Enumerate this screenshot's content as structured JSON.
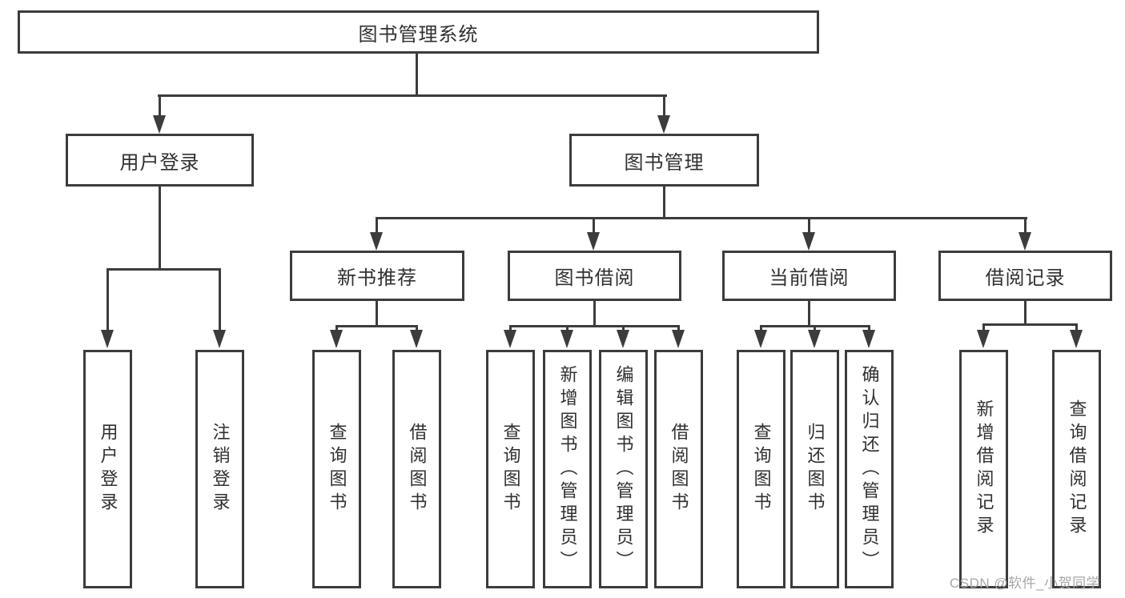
{
  "title": {
    "label": "图书管理系统"
  },
  "level2": {
    "user_login": "用户登录",
    "book_mgmt": "图书管理"
  },
  "level3": {
    "new_books": "新书推荐",
    "borrowing": "图书借阅",
    "current": "当前借阅",
    "records": "借阅记录"
  },
  "leaves": {
    "user_login": [
      "用户登录",
      "注销登录"
    ],
    "new_books": [
      "查询图书",
      "借阅图书"
    ],
    "borrowing": [
      "查询图书",
      "新增图书（管理员）",
      "编辑图书（管理员）",
      "借阅图书"
    ],
    "current": [
      "查询图书",
      "归还图书",
      "确认归还（管理员）"
    ],
    "records": [
      "新增借阅记录",
      "查询借阅记录"
    ]
  },
  "watermark": "CSDN @软件_小贺同学",
  "colors": {
    "line": "#3c3c3c",
    "text": "#303030",
    "background": "#ffffff",
    "watermark": "#a8a8a8"
  }
}
